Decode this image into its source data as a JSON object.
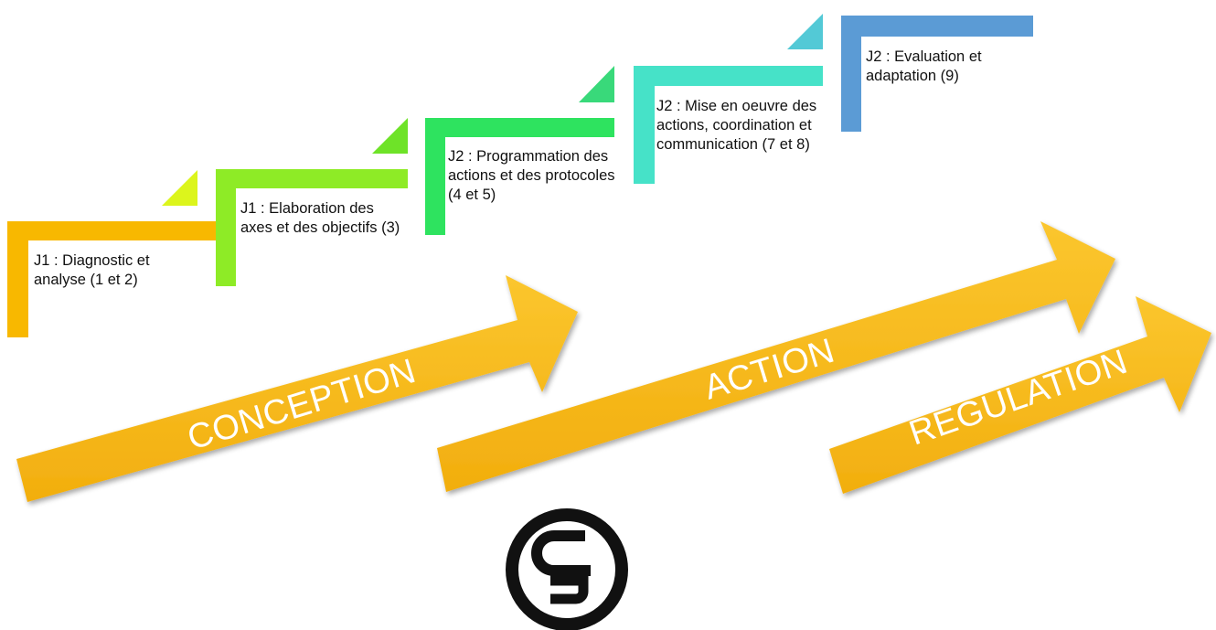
{
  "steps": [
    {
      "label": "J1 : Diagnostic et analyse (1 et 2)",
      "color": "#F8B800"
    },
    {
      "label": "J1 : Elaboration des axes et des objectifs (3)",
      "color": "#8EEB26"
    },
    {
      "label": "J2 : Programmation des actions et des protocoles (4 et 5)",
      "color": "#2EE35F"
    },
    {
      "label": "J2 : Mise en oeuvre des actions, coordination et communication (7 et 8)",
      "color": "#46E2C8"
    },
    {
      "label": "J2 : Evaluation et adaptation (9)",
      "color": "#5B9BD5"
    }
  ],
  "corner_colors": [
    "#DCF51C",
    "#6EE328",
    "#39D97A",
    "#53C9D6"
  ],
  "phases": [
    {
      "label": "CONCEPTION"
    },
    {
      "label": "ACTION"
    },
    {
      "label": "REGULATION"
    }
  ],
  "arrow_color": "#F9BE1C"
}
